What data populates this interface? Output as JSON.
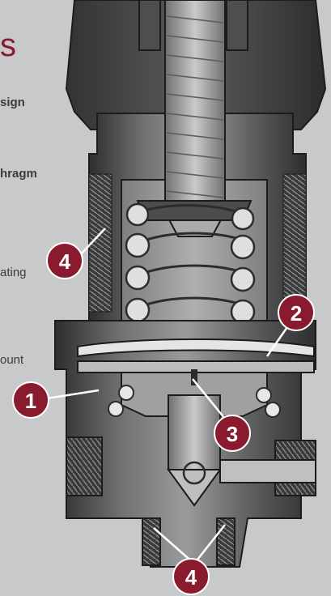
{
  "heading_fragment": "s",
  "side_text": [
    "sign",
    "hragm",
    "ating",
    "ount"
  ],
  "callouts": [
    "1",
    "2",
    "3",
    "4",
    "4"
  ],
  "colors": {
    "background": "#c8c9cb",
    "heading": "#8a1b2f",
    "callout": "#8a1b2f",
    "metal_dark": "#3f3f41",
    "metal_light": "#8d8e90"
  }
}
